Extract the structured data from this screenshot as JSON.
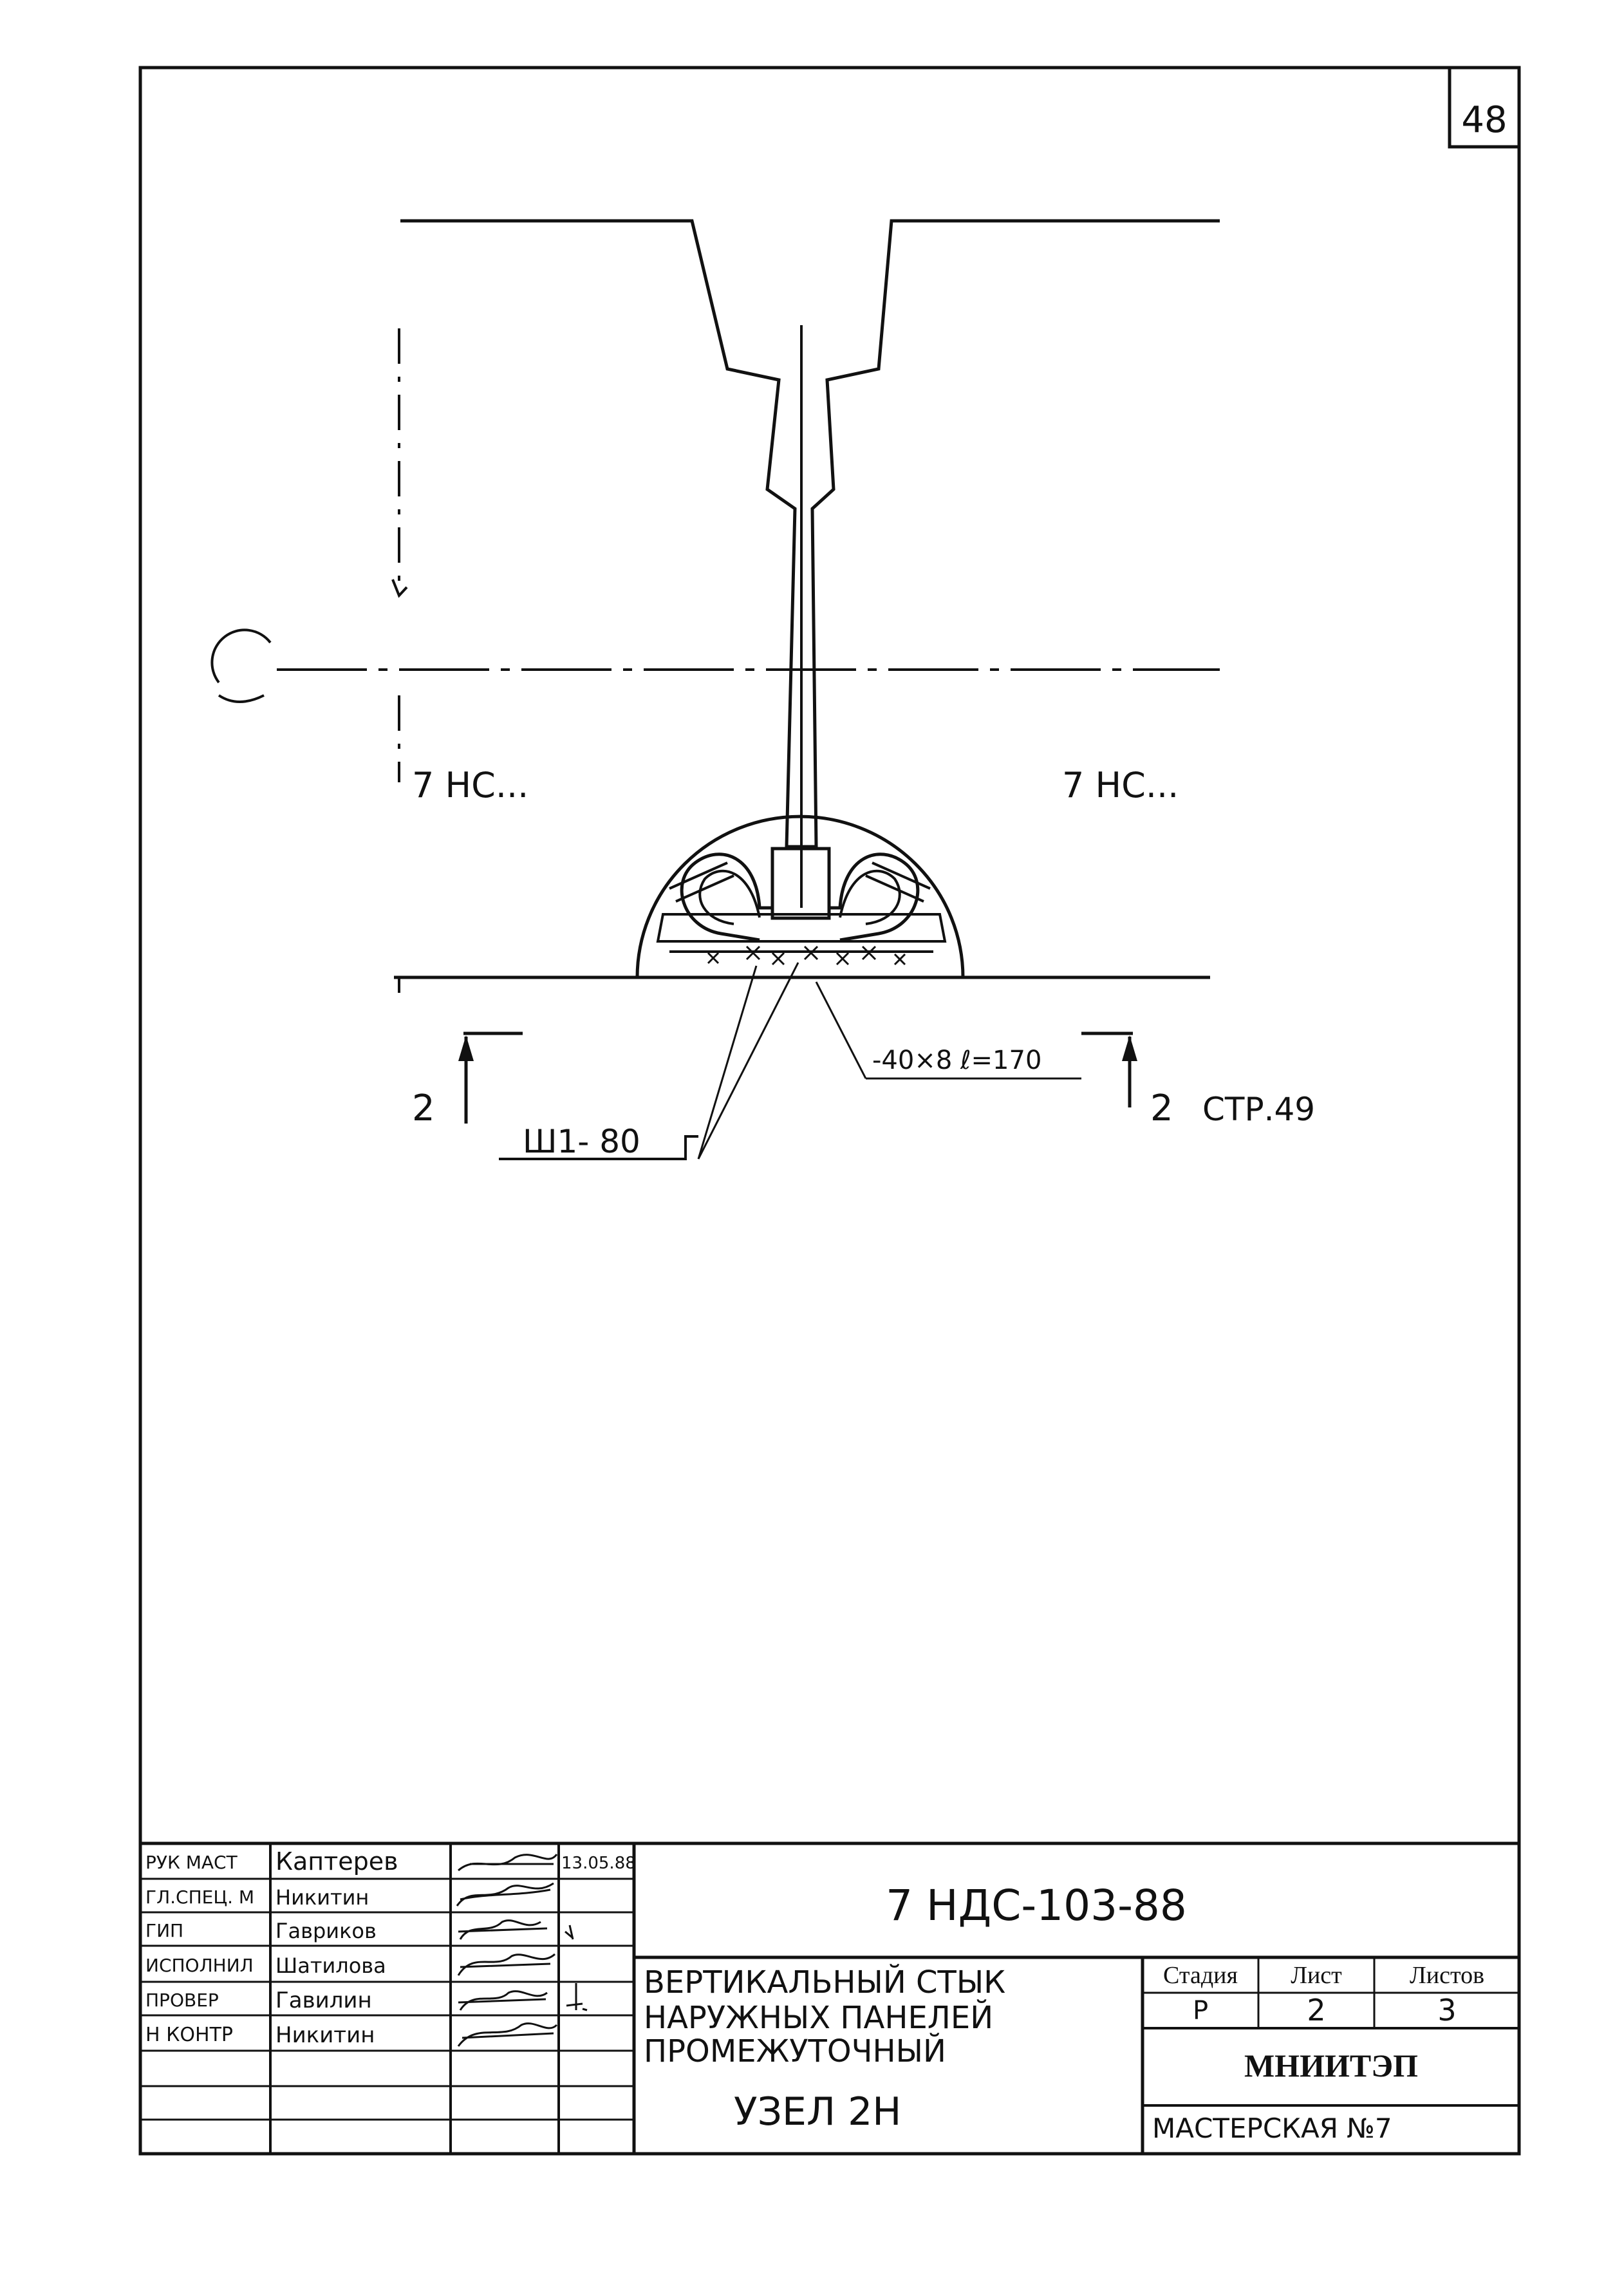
{
  "sheet_number": "48",
  "labels": {
    "panel_left": "7 НС...",
    "panel_right": "7 НС...",
    "plate": "-40×8 ℓ=170",
    "weld": "Ш1- 80",
    "section_left_number": "2",
    "section_right_number": "2",
    "section_right_ref": "СТР.49"
  },
  "title_block": {
    "roles": [
      "РУК МАСТ",
      "ГЛ.СПЕЦ. М",
      "ГИП",
      "ИСПОЛНИЛ",
      "ПРОВЕР",
      "Н КОНТР"
    ],
    "names": [
      "Каптерев",
      "Никитин",
      "Гавриков",
      "Шатилова",
      "Гавилин",
      "Никитин"
    ],
    "date": "13.05.88",
    "document_code": "7 НДС-103-88",
    "drawing_title": [
      "ВЕРТИКАЛЬНЫЙ СТЫК",
      "НАРУЖНЫХ ПАНЕЛЕЙ",
      "ПРОМЕЖУТОЧНЫЙ"
    ],
    "node": "УЗЕЛ 2Н",
    "stage_header": "Стадия",
    "sheet_header": "Лист",
    "sheets_header": "Листов",
    "stage": "Р",
    "sheet": "2",
    "sheets": "3",
    "organization": "МНИИТЭП",
    "workshop": "МАСТЕРСКАЯ №7"
  }
}
